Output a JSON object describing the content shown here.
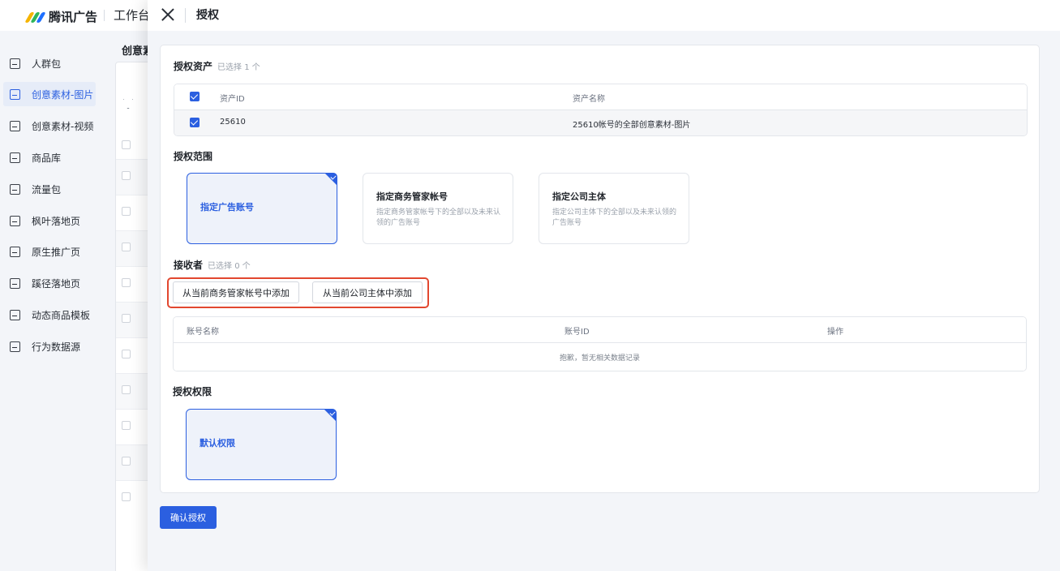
{
  "header": {
    "brand": "腾讯广告",
    "workbench": "工作台"
  },
  "sidebar": {
    "items": [
      {
        "label": "人群包",
        "icon": "audience-icon",
        "active": false
      },
      {
        "label": "创意素材-图片",
        "icon": "image-icon",
        "active": true
      },
      {
        "label": "创意素材-视频",
        "icon": "video-icon",
        "active": false
      },
      {
        "label": "商品库",
        "icon": "product-icon",
        "active": false
      },
      {
        "label": "流量包",
        "icon": "traffic-icon",
        "active": false
      },
      {
        "label": "枫叶落地页",
        "icon": "landing-page-icon",
        "active": false
      },
      {
        "label": "原生推广页",
        "icon": "native-page-icon",
        "active": false
      },
      {
        "label": "蹊径落地页",
        "icon": "document-icon",
        "active": false
      },
      {
        "label": "动态商品模板",
        "icon": "template-icon",
        "active": false
      },
      {
        "label": "行为数据源",
        "icon": "chart-icon",
        "active": false
      }
    ]
  },
  "background_page": {
    "title": "创意素"
  },
  "drawer": {
    "title": "授权",
    "assets": {
      "title": "授权资产",
      "selected_count": "已选择 1 个",
      "columns": [
        "资产ID",
        "资产名称"
      ],
      "rows": [
        {
          "id": "25610",
          "name": "25610帐号的全部创意素材-图片",
          "checked": true
        }
      ]
    },
    "scope": {
      "title": "授权范围",
      "options": [
        {
          "title": "指定广告账号",
          "desc": "",
          "selected": true
        },
        {
          "title": "指定商务管家帐号",
          "desc": "指定商务管家帐号下的全部以及未来认领的广告账号",
          "selected": false
        },
        {
          "title": "指定公司主体",
          "desc": "指定公司主体下的全部以及未来认领的广告账号",
          "selected": false
        }
      ]
    },
    "receivers": {
      "title": "接收者",
      "selected_count": "已选择 0 个",
      "add_from_business_manager": "从当前商务管家帐号中添加",
      "add_from_company": "从当前公司主体中添加",
      "columns": [
        "账号名称",
        "账号ID",
        "操作"
      ],
      "empty_text": "抱歉，暂无相关数据记录"
    },
    "permissions": {
      "title": "授权权限",
      "options": [
        {
          "title": "默认权限",
          "selected": true
        }
      ]
    },
    "confirm_button": "确认授权"
  },
  "colors": {
    "accent": "#2b5fe0",
    "highlight": "#e2472f"
  }
}
